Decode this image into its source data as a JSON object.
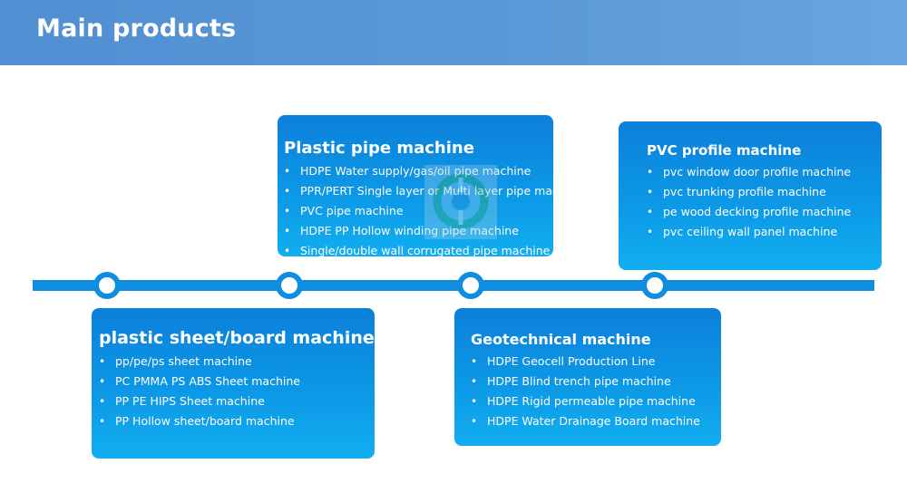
{
  "header": {
    "title": "Main products"
  },
  "cards": {
    "pipe": {
      "title": "Plastic pipe machine",
      "items": [
        "HDPE Water supply/gas/oil pipe machine",
        "PPR/PERT Single layer or Multi layer pipe machine",
        "PVC pipe machine",
        "HDPE PP Hollow winding pipe machine",
        "Single/double wall corrugated pipe machine"
      ]
    },
    "pvc": {
      "title": "PVC profile machine",
      "items": [
        "pvc window door profile machine",
        "pvc trunking profile machine",
        "pe wood decking profile machine",
        "pvc ceiling wall panel machine"
      ]
    },
    "sheet": {
      "title": "plastic sheet/board machine",
      "items": [
        "pp/pe/ps sheet machine",
        "PC PMMA PS ABS Sheet machine",
        "PP PE HIPS Sheet machine",
        "PP Hollow sheet/board machine"
      ]
    },
    "geo": {
      "title": "Geotechnical machine",
      "items": [
        "HDPE Geocell Production Line",
        "HDPE Blind trench pipe machine",
        "HDPE Rigid permeable pipe machine",
        "HDPE Water Drainage Board machine"
      ]
    }
  },
  "colors": {
    "header": "#5b9ad8",
    "accent": "#0f8de0",
    "card_top": "#0c80da",
    "card_bottom": "#12aef0"
  }
}
